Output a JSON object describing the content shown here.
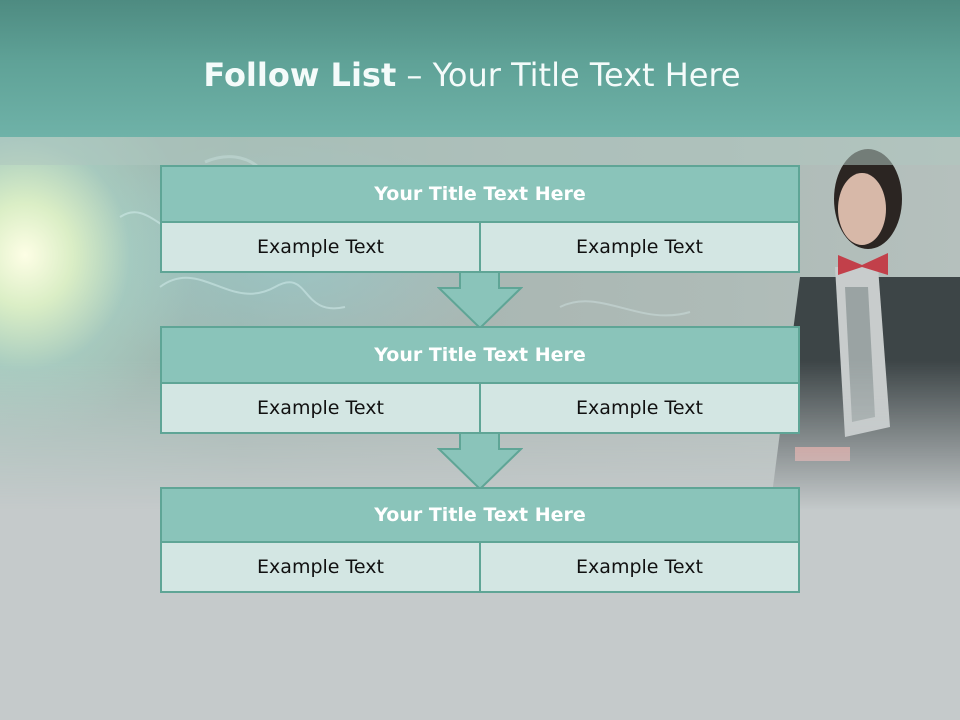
{
  "slide": {
    "title_bold": "Follow List",
    "title_rest": "– Your Title Text Here"
  },
  "steps": [
    {
      "title": "Your Title Text Here",
      "left": "Example Text",
      "right": "Example Text"
    },
    {
      "title": "Your Title Text Here",
      "left": "Example Text",
      "right": "Example Text"
    },
    {
      "title": "Your Title Text Here",
      "left": "Example Text",
      "right": "Example Text"
    }
  ],
  "colors": {
    "header": "#5fa297",
    "panel_title": "#8ac4ba",
    "panel_cell": "#d3e6e3",
    "border": "#5fa596",
    "arrow": "#8ac4ba"
  },
  "icons": [
    "down-arrow-icon"
  ]
}
